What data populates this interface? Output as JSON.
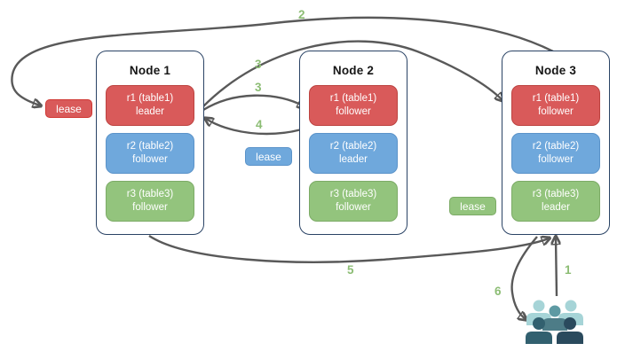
{
  "nodes": [
    {
      "title": "Node 1",
      "replicas": [
        {
          "line1": "r1 (table1)",
          "line2": "leader",
          "color": "red"
        },
        {
          "line1": "r2 (table2)",
          "line2": "follower",
          "color": "blue"
        },
        {
          "line1": "r3 (table3)",
          "line2": "follower",
          "color": "green"
        }
      ]
    },
    {
      "title": "Node 2",
      "replicas": [
        {
          "line1": "r1 (table1)",
          "line2": "follower",
          "color": "red"
        },
        {
          "line1": "r2 (table2)",
          "line2": "leader",
          "color": "blue"
        },
        {
          "line1": "r3 (table3)",
          "line2": "follower",
          "color": "green"
        }
      ]
    },
    {
      "title": "Node 3",
      "replicas": [
        {
          "line1": "r1 (table1)",
          "line2": "follower",
          "color": "red"
        },
        {
          "line1": "r2 (table2)",
          "line2": "follower",
          "color": "blue"
        },
        {
          "line1": "r3 (table3)",
          "line2": "leader",
          "color": "green"
        }
      ]
    }
  ],
  "leases": [
    {
      "label": "lease",
      "color": "red"
    },
    {
      "label": "lease",
      "color": "blue"
    },
    {
      "label": "lease",
      "color": "green"
    }
  ],
  "flow_labels": {
    "step1": "1",
    "step2": "2",
    "step3a": "3",
    "step3b": "3",
    "step4": "4",
    "step5": "5",
    "step6": "6"
  },
  "icons": {
    "users": "users-group-icon"
  },
  "colors": {
    "replica_red": "#d95a5a",
    "replica_blue": "#6fa8dc",
    "replica_green": "#93c47d",
    "node_border": "#2a4365",
    "arrow_gray": "#595959",
    "flow_number_green": "#8cbd74",
    "users_light_teal": "#a6d4d7",
    "users_mid_teal": "#5e9aa3",
    "users_dark_teal": "#32606f",
    "users_dark_navy": "#2a4a5d"
  }
}
